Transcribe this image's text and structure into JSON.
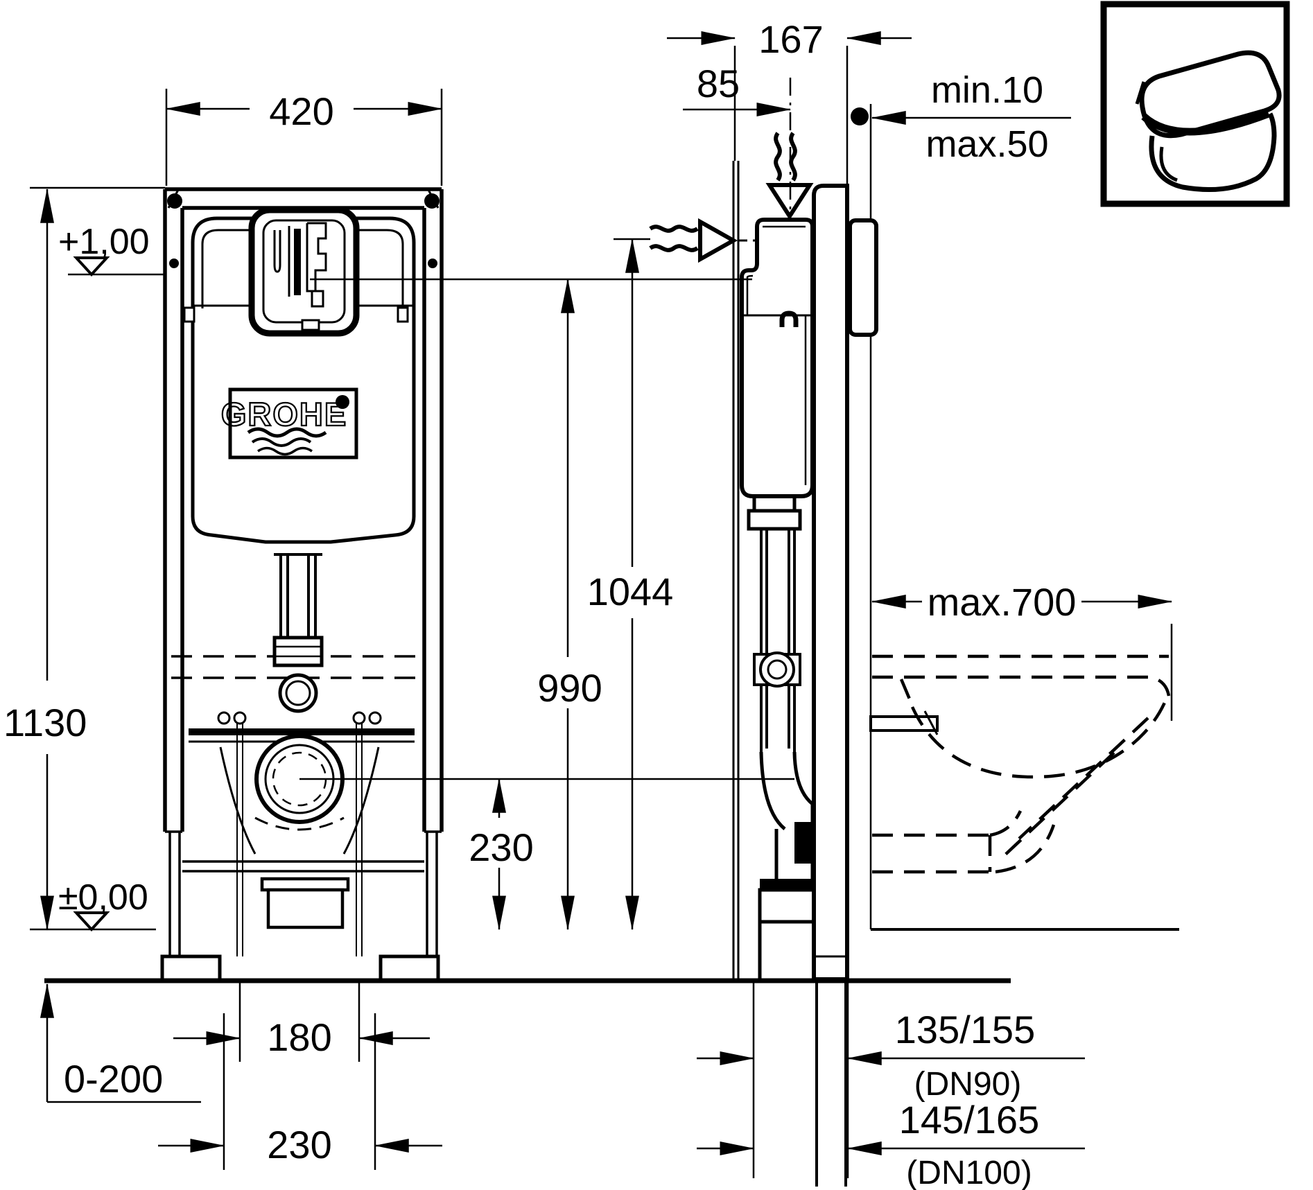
{
  "drawing": {
    "type": "installation-dimension-drawing",
    "paper_color": "#ffffff",
    "ink_color": "#000000",
    "logo": {
      "brand": "GROHE"
    },
    "dimensions": {
      "frame_width": "420",
      "frame_height": "1130",
      "level_top": "+1,00",
      "level_floor": "±0,00",
      "supply_height": "1044",
      "actuator_height": "990",
      "outlet_center_height": "230",
      "floor_buildup_range": "0-200",
      "bolt_spacing": "180",
      "outlet_spacing": "230",
      "frame_depth": "167",
      "supply_offset": "85",
      "wall_covering_min": "min.10",
      "wall_covering_max": "max.50",
      "wc_projection": "max.700",
      "drain_offset_dn90": "135/155",
      "drain_dn90": "(DN90)",
      "drain_offset_dn100": "145/165",
      "drain_dn100": "(DN100)"
    }
  }
}
